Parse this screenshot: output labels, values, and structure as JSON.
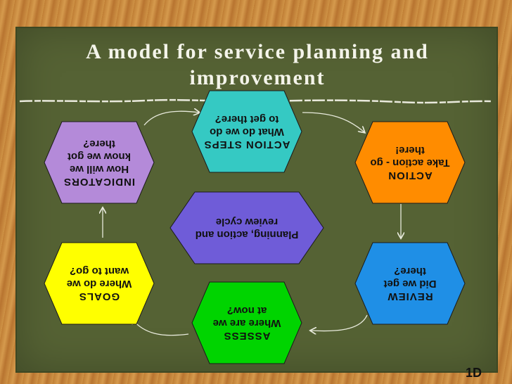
{
  "title": "A model for service planning and improvement",
  "slide_label": "1D",
  "hexagons": [
    {
      "id": "action-steps",
      "title": "ACTION STEPS",
      "text": "What do we do to get there?",
      "color": "#35c9c3"
    },
    {
      "id": "action",
      "title": "ACTION",
      "text": "Take action - go there!",
      "color": "#ff8c00"
    },
    {
      "id": "review",
      "title": "REVIEW",
      "text": "Did we get there?",
      "color": "#1f8fe6"
    },
    {
      "id": "assess",
      "title": "ASSESS",
      "text": "Where are we at now?",
      "color": "#00d400"
    },
    {
      "id": "goals",
      "title": "GOALS",
      "text": "Where do we want to go?",
      "color": "#ffff00"
    },
    {
      "id": "indicators",
      "title": "INDICATORS",
      "text": "How will we know we got there?",
      "color": "#b48ad9"
    },
    {
      "id": "center",
      "title": "",
      "text": "Planning, action and review cycle",
      "color": "#6f5cd8"
    }
  ],
  "colors": {
    "board": "#556234",
    "frame": "#c98a3c",
    "chalk": "#f4f4ea",
    "arrow": "#e8eadc"
  }
}
